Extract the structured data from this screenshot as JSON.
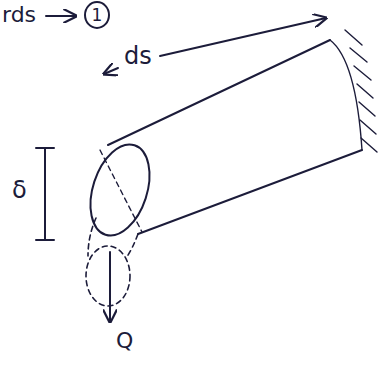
{
  "diagram": {
    "labels": [
      "rds",
      "1",
      "ds",
      "δ",
      "Q"
    ]
  }
}
